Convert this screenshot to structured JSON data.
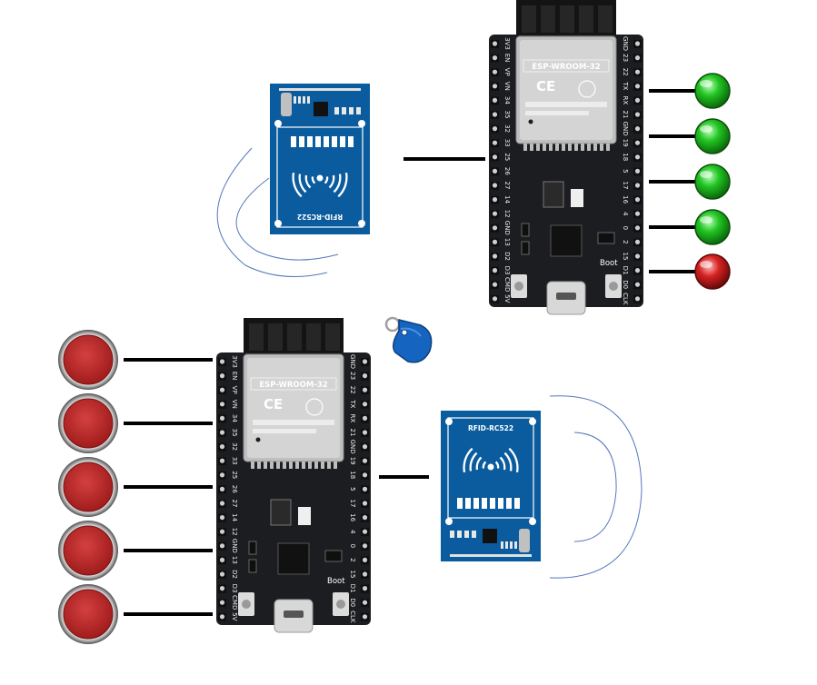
{
  "colors": {
    "board_pcb": "#1c1d20",
    "module_shield": "#bfbfbf",
    "antenna": "#141414",
    "header_pin": "#cfcfcf",
    "rfid_board": "#0b5c9e",
    "rfid_antenna": "#ffffff",
    "wire": "#000000",
    "wave": "#5577bb",
    "led_green": "#22c422",
    "led_red": "#d62222",
    "button_red": "#b82424",
    "keyfob": "#1565c0"
  },
  "esp32_top": {
    "module_label": "ESP-WROOM-32",
    "boot_label": "Boot",
    "left_pins": [
      "3V3",
      "EN",
      "VP",
      "VN",
      "34",
      "35",
      "32",
      "33",
      "25",
      "26",
      "27",
      "14",
      "12",
      "GND",
      "13",
      "D2",
      "D3",
      "CMD",
      "5V"
    ],
    "right_pins": [
      "GND",
      "23",
      "22",
      "TX",
      "RX",
      "21",
      "GND",
      "19",
      "18",
      "5",
      "17",
      "16",
      "4",
      "0",
      "2",
      "15",
      "D1",
      "D0",
      "CLK"
    ]
  },
  "esp32_bottom": {
    "module_label": "ESP-WROOM-32",
    "boot_label": "Boot",
    "left_pins": [
      "3V3",
      "EN",
      "VP",
      "VN",
      "34",
      "35",
      "32",
      "33",
      "25",
      "26",
      "27",
      "14",
      "12",
      "GND",
      "13",
      "D2",
      "D3",
      "CMD",
      "5V"
    ],
    "right_pins": [
      "GND",
      "23",
      "22",
      "TX",
      "RX",
      "21",
      "GND",
      "19",
      "18",
      "5",
      "17",
      "16",
      "4",
      "0",
      "2",
      "15",
      "D1",
      "D0",
      "CLK"
    ]
  },
  "rfid_top": {
    "label": "RFID-RC522"
  },
  "rfid_bottom": {
    "label": "RFID-RC522"
  },
  "leds": [
    "green",
    "green",
    "green",
    "green",
    "red"
  ],
  "buttons": [
    "red",
    "red",
    "red",
    "red",
    "red"
  ]
}
